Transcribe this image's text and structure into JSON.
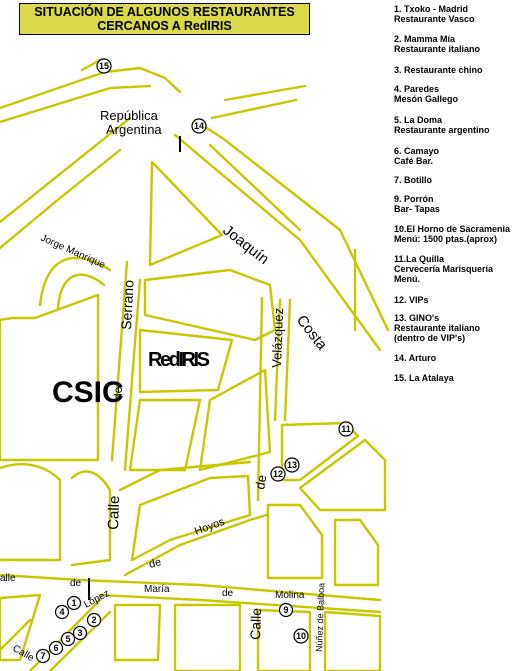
{
  "title": {
    "line1": "SITUACIÓN DE ALGUNOS RESTAURANTES",
    "line2": "CERCANOS A RedIRIS"
  },
  "legend": [
    "1.  Txoko - Madrid\n Restaurante Vasco",
    "2.  Mamma Mía\n Restaurante italiano",
    "3.  Restaurante chino",
    "4.  Paredes\n Mesón Gallego",
    "5. La Doma\n Restaurante argentino",
    "6. Camayo\n Café Bar.",
    "7. Botillo",
    "9. Porrón\n Bar- Tapas",
    "10.El Horno de Sacramenia\n Menú: 1500 ptas.(aprox)",
    "11.La Quilla\n Cervecería Marisquería\n Menú.",
    "12. VIPs",
    "13. GINO's\n Restaurante italiano\n (dentro de VIP's)",
    "14. Arturo",
    "15. La Atalaya"
  ],
  "labels": {
    "republica1": "República",
    "republica2": "Argentina",
    "joaquin": "Joaquín",
    "costa": "Costa",
    "jorge": "Jorge Manrique",
    "serrano": "Serrano",
    "velazquez": "Velázquez",
    "rediris": "RedIRIS",
    "csic": "CSIC",
    "de1": "de",
    "calle1": "Calle",
    "de2": "de",
    "hoyos": "Hoyos",
    "de3": "de",
    "alle": "alle",
    "de4": "de",
    "maria": "María",
    "de5": "de",
    "molina": "Molina",
    "lopez": "López",
    "calle2": "Calle",
    "calle3": "Calle",
    "nunez": "Núñez de Balboa"
  },
  "markers": [
    "15",
    "14",
    "11",
    "13",
    "12",
    "1",
    "4",
    "2",
    "3",
    "5",
    "6",
    "7",
    "9",
    "10"
  ],
  "colors": {
    "road": "#c8c800",
    "title_bg": "#d9d94a"
  }
}
